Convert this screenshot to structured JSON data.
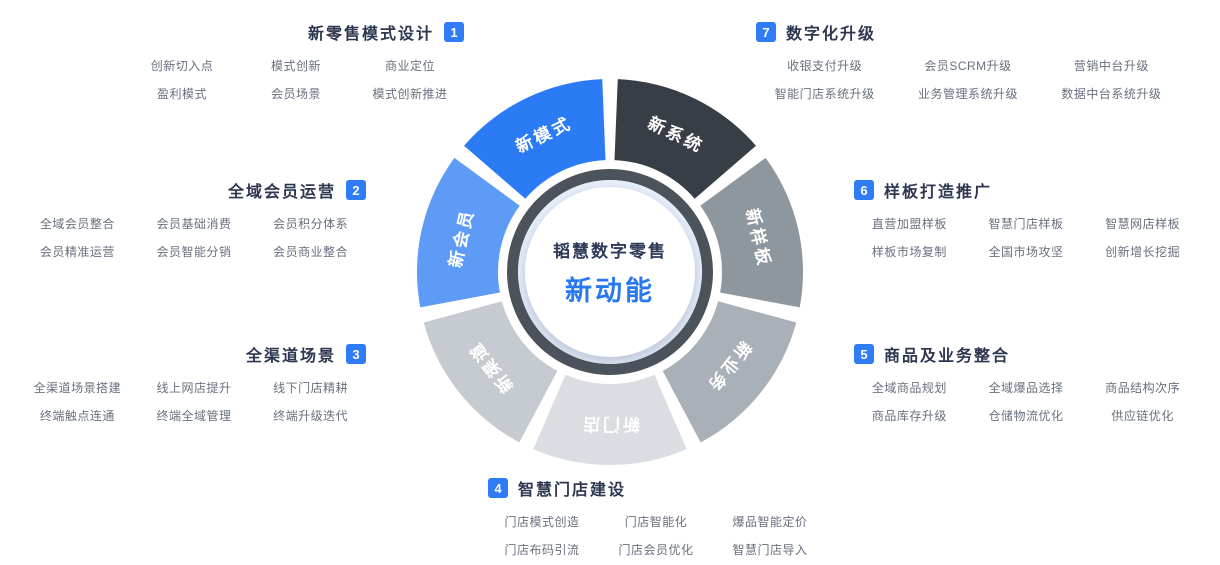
{
  "accent": "#2f7cf6",
  "center": {
    "line1": "韬慧数字零售",
    "line2": "新动能"
  },
  "wheel": {
    "label_color": "#ffffff",
    "ring_color": "#4d535b",
    "inner_ring_fill": "#e9f0fb",
    "center_fill": "#ffffff",
    "segments": [
      {
        "label": "新系统",
        "color": "#383e46"
      },
      {
        "label": "新样板",
        "color": "#8e969e"
      },
      {
        "label": "新业务",
        "color": "#a9b0b7"
      },
      {
        "label": "新门店",
        "color": "#dadde2"
      },
      {
        "label": "新渠道",
        "color": "#c6cbd1"
      },
      {
        "label": "新会员",
        "color": "#5d9bf7"
      },
      {
        "label": "新模式",
        "color": "#2b7cf4"
      }
    ]
  },
  "sections": [
    {
      "number": "1",
      "title": "新零售模式设计",
      "items": [
        "创新切入点",
        "模式创新",
        "商业定位",
        "盈利模式",
        "会员场景",
        "模式创新推进"
      ]
    },
    {
      "number": "2",
      "title": "全域会员运营",
      "items": [
        "全域会员整合",
        "会员基础消费",
        "会员积分体系",
        "会员精准运营",
        "会员智能分销",
        "会员商业整合"
      ]
    },
    {
      "number": "3",
      "title": "全渠道场景",
      "items": [
        "全渠道场景搭建",
        "线上网店提升",
        "线下门店精耕",
        "终端触点连通",
        "终端全域管理",
        "终端升级迭代"
      ]
    },
    {
      "number": "4",
      "title": "智慧门店建设",
      "items": [
        "门店模式创造",
        "门店智能化",
        "爆品智能定价",
        "门店布码引流",
        "门店会员优化",
        "智慧门店导入"
      ]
    },
    {
      "number": "5",
      "title": "商品及业务整合",
      "items": [
        "全域商品规划",
        "全域爆品选择",
        "商品结构次序",
        "商品库存升级",
        "仓储物流优化",
        "供应链优化"
      ]
    },
    {
      "number": "6",
      "title": "样板打造推广",
      "items": [
        "直营加盟样板",
        "智慧门店样板",
        "智慧网店样板",
        "样板市场复制",
        "全国市场攻坚",
        "创新增长挖掘"
      ]
    },
    {
      "number": "7",
      "title": "数字化升级",
      "items": [
        "收银支付升级",
        "会员SCRM升级",
        "营销中台升级",
        "智能门店系统升级",
        "业务管理系统升级",
        "数据中台系统升级"
      ]
    }
  ]
}
